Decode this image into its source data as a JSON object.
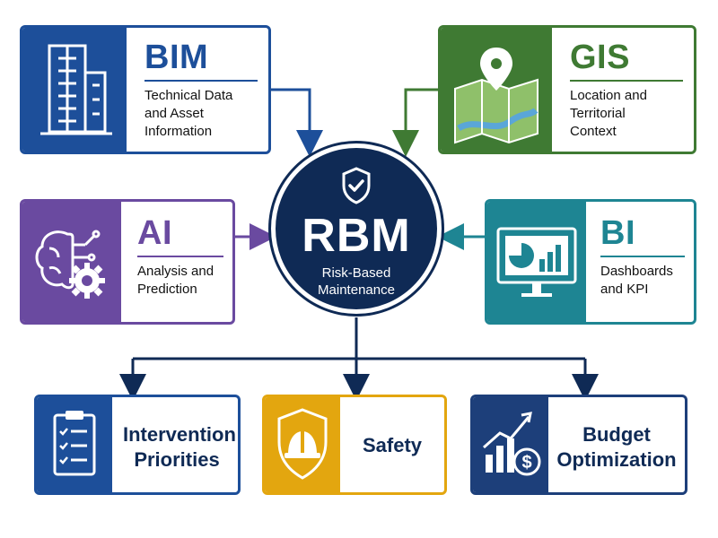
{
  "center": {
    "title": "RBM",
    "subtitle_line1": "Risk-Based",
    "subtitle_line2": "Maintenance",
    "icon": "shield-check-icon"
  },
  "inputs": {
    "bim": {
      "title": "BIM",
      "line1": "Technical Data",
      "line2": "and Asset",
      "line3": "Information",
      "icon": "building-icon",
      "color": "#1d4f9a"
    },
    "gis": {
      "title": "GIS",
      "line1": "Location and",
      "line2": "Territorial",
      "line3": "Context",
      "icon": "map-pin-icon",
      "color": "#3f7a33"
    },
    "ai": {
      "title": "AI",
      "line1": "Analysis and",
      "line2": "Prediction",
      "icon": "brain-gear-icon",
      "color": "#6a4aa0"
    },
    "bi": {
      "title": "BI",
      "line1": "Dashboards",
      "line2": "and KPI",
      "icon": "monitor-chart-icon",
      "color": "#1e8593"
    }
  },
  "outputs": {
    "priorities": {
      "line1": "Intervention",
      "line2": "Priorities",
      "icon": "clipboard-checklist-icon",
      "color": "#1d4f9a"
    },
    "safety": {
      "line1": "Safety",
      "icon": "shield-helmet-icon",
      "color": "#e3a60f"
    },
    "budget": {
      "line1": "Budget",
      "line2": "Optimization",
      "icon": "dollar-growth-icon",
      "color": "#1d3f7a"
    }
  }
}
